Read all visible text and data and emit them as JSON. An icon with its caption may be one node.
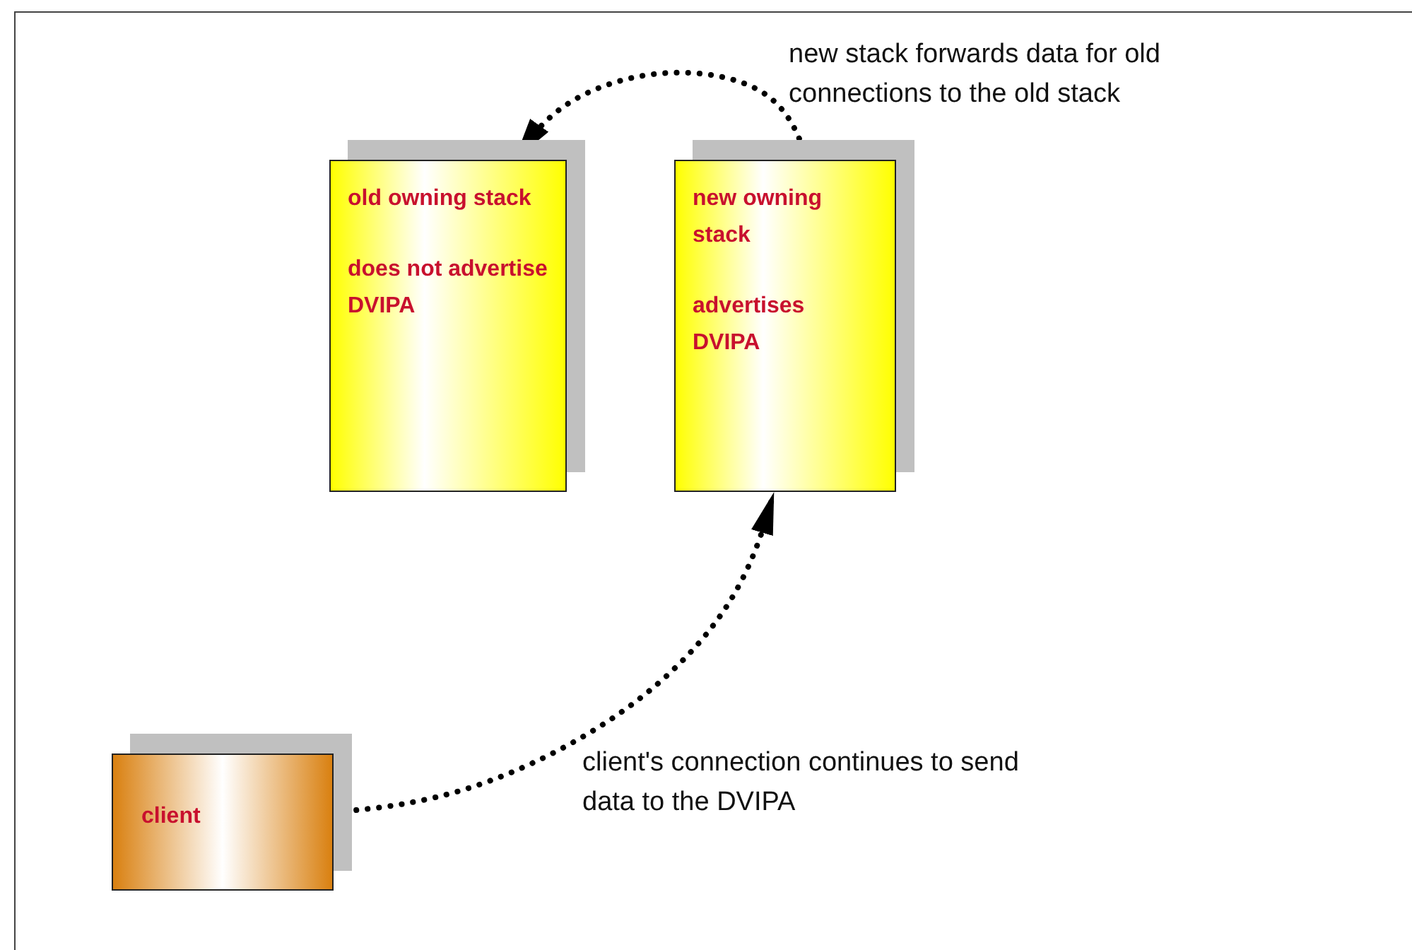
{
  "diagram": {
    "nodes": [
      {
        "text": [
          "old owning stack",
          "does not advertise DVIPA"
        ]
      },
      {
        "text": [
          "new owning stack",
          "advertises DVIPA"
        ]
      },
      {
        "text": [
          "client"
        ]
      }
    ],
    "edges": [
      {
        "from": 1,
        "to": 0,
        "arrow": "to",
        "style": "dashed"
      },
      {
        "from": 2,
        "to": 1,
        "arrow": "to",
        "style": "dashed"
      }
    ],
    "labels": [
      "new stack forwards data for old connections to the old stack",
      "client's connection continues to send data to the DVIPA"
    ]
  }
}
